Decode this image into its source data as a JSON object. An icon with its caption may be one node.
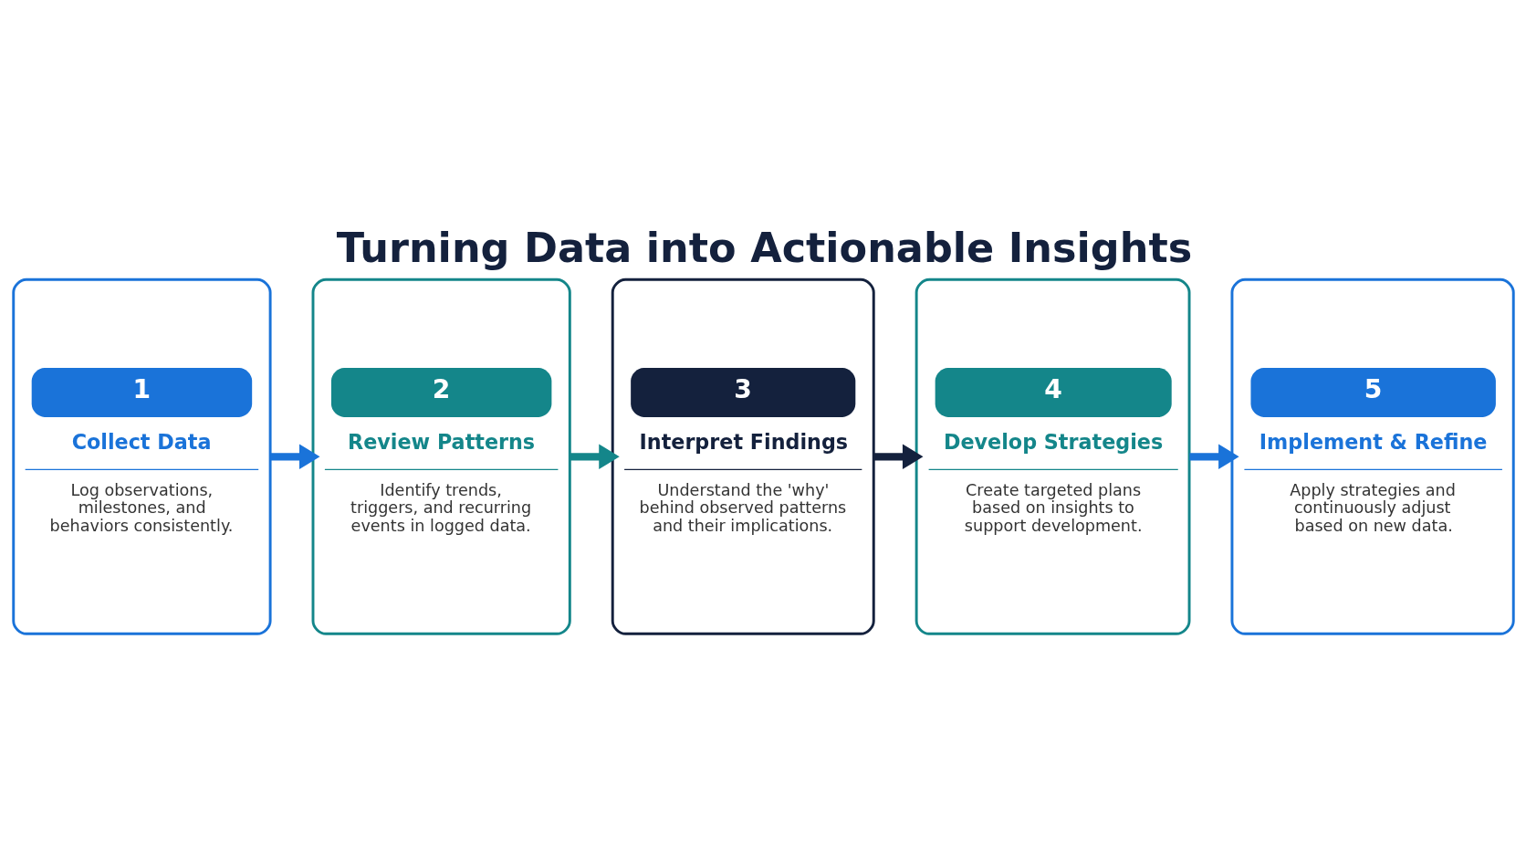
{
  "diagram": {
    "title": "Turning Data into Actionable Insights",
    "nodes": [
      {
        "text": [
          "1",
          "Collect Data",
          "Log observations, milestones, and behaviors consistently."
        ]
      },
      {
        "text": [
          "2",
          "Review Patterns",
          "Identify trends, triggers, and recurring events in logged data."
        ]
      },
      {
        "text": [
          "3",
          "Interpret Findings",
          "Understand the 'why' behind observed patterns and their implications."
        ]
      },
      {
        "text": [
          "4",
          "Develop Strategies",
          "Create targeted plans based on insights to support development."
        ]
      },
      {
        "text": [
          "5",
          "Implement & Refine",
          "Apply strategies and continuously adjust based on new data."
        ]
      }
    ],
    "edges": [
      {
        "from": 0,
        "to": 1,
        "arrow": "to",
        "color": "#1a73d9"
      },
      {
        "from": 1,
        "to": 2,
        "arrow": "to",
        "color": "#14868a"
      },
      {
        "from": 2,
        "to": 3,
        "arrow": "to",
        "color": "#14213d"
      },
      {
        "from": 3,
        "to": 4,
        "arrow": "to",
        "color": "#1a73d9"
      }
    ]
  }
}
